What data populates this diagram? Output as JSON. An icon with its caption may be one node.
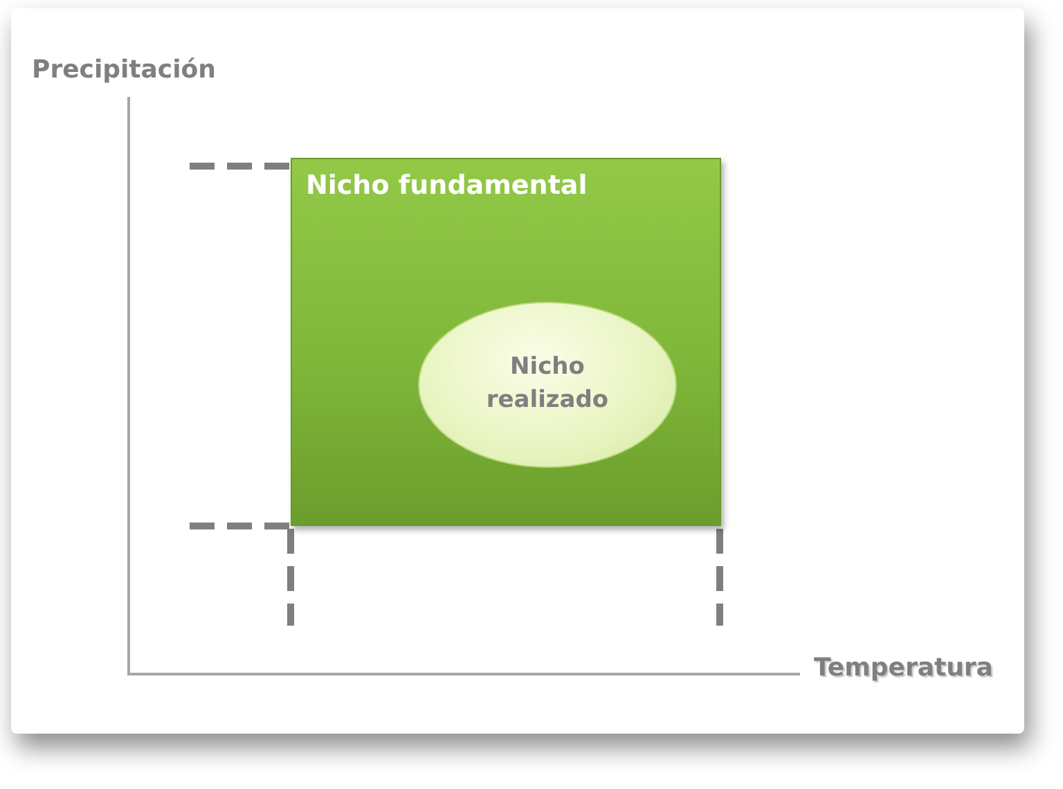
{
  "diagram": {
    "nodes": [
      {
        "text": [
          "Nicho fundamental"
        ]
      },
      {
        "text": [
          "Nicho realizado"
        ],
        "in": 0
      }
    ],
    "labels": [
      "Precipitación",
      "Temperatura"
    ]
  }
}
